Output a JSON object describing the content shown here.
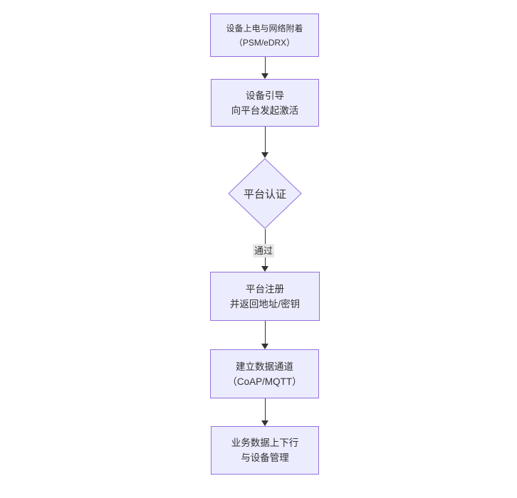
{
  "theme": {
    "background": "#ffffff",
    "node_fill": "#ECECFF",
    "node_border": "#9370DB",
    "arrow_color": "#333333",
    "text_color": "#333333",
    "edge_label_bg": "#e8e8e8"
  },
  "diagram": {
    "type": "flowchart",
    "direction": "top-down",
    "nodes": {
      "power_attach": {
        "line1": "设备上电与网络附着",
        "line2": "（PSM/eDRX）",
        "shape": "rect"
      },
      "bootstrap": {
        "line1": "设备引导",
        "line2": "向平台发起激活",
        "shape": "rect"
      },
      "platform_auth": {
        "label": "平台认证",
        "shape": "diamond"
      },
      "register": {
        "line1": "平台注册",
        "line2": "并返回地址/密钥",
        "shape": "rect"
      },
      "data_channel": {
        "line1": "建立数据通道",
        "line2": "（CoAP/MQTT）",
        "shape": "rect"
      },
      "business": {
        "line1": "业务数据上下行",
        "line2": "与设备管理",
        "shape": "rect"
      }
    },
    "edges": {
      "auth_to_register_label": "通过"
    }
  }
}
